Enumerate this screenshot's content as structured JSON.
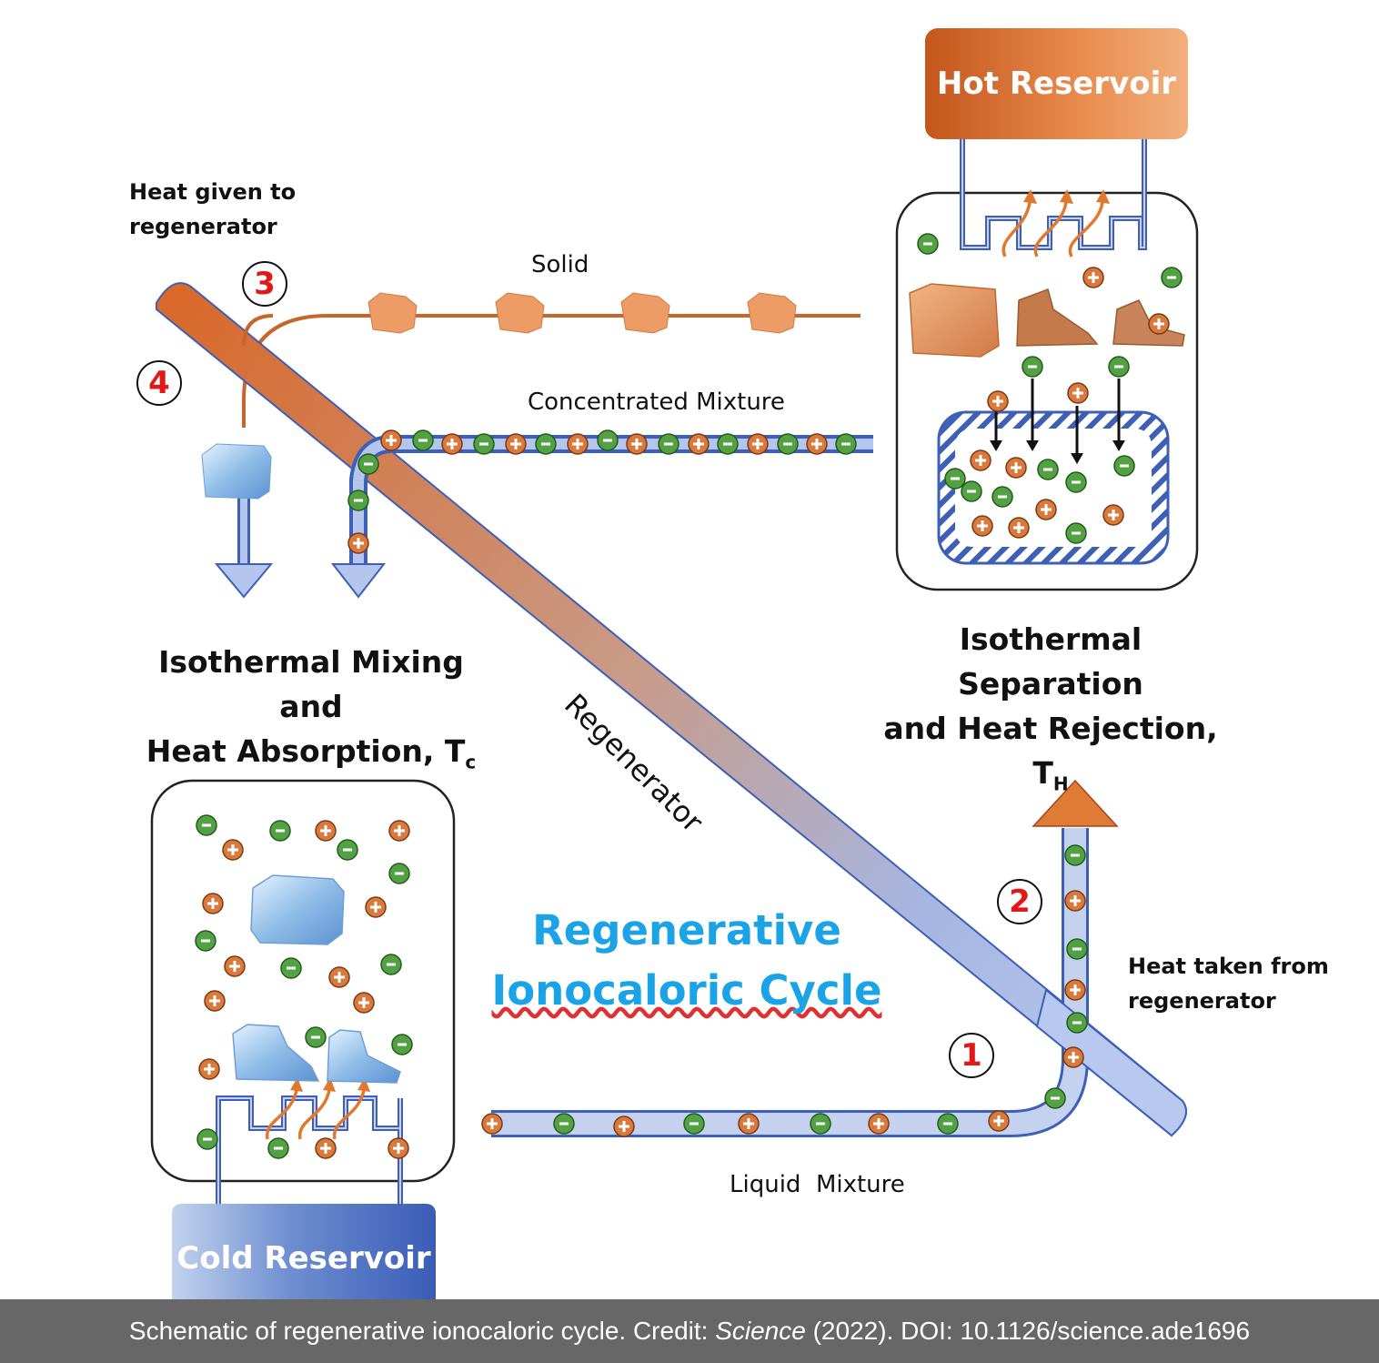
{
  "hot_reservoir": "Hot Reservoir",
  "cold_reservoir": "Cold Reservoir",
  "heat_given_line1": "Heat given to",
  "heat_given_line2": "regenerator",
  "heat_taken_line1": "Heat taken from",
  "heat_taken_line2": "regenerator",
  "solid": "Solid",
  "concentrated_mixture": "Concentrated Mixture",
  "liquid_mixture": "Liquid  Mixture",
  "regenerator": "Regenerator",
  "mixing_line1": "Isothermal Mixing and",
  "mixing_line2": "Heat Absorption, T",
  "mixing_sub": "c",
  "separation_line1": "Isothermal Separation",
  "separation_line2": "and Heat Rejection, T",
  "separation_sub": "H",
  "title_line1": "Regenerative",
  "title_line2": "Ionocaloric Cycle",
  "steps": {
    "s1": "1",
    "s2": "2",
    "s3": "3",
    "s4": "4"
  },
  "caption": {
    "pre": "Schematic of regenerative ionocaloric cycle. Credit: ",
    "journal": "Science",
    "post": " (2022). DOI: 10.1126/science.ade1696"
  },
  "colors": {
    "orange": "#d66a2a",
    "green": "#4c9a3c",
    "blue": "#3f5fb3",
    "title": "#1aa3e6",
    "step": "#e01818"
  }
}
